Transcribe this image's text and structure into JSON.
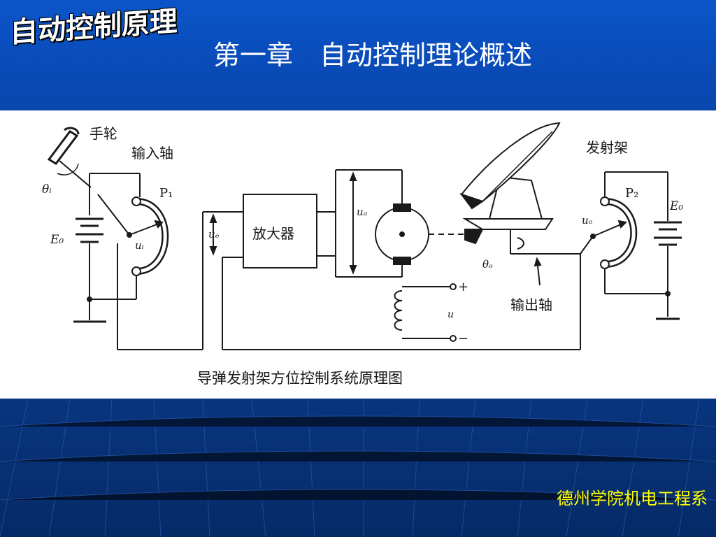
{
  "header": {
    "logo_text": "自动控制原理",
    "title": "第一章　自动控制理论概述"
  },
  "diagram": {
    "labels": {
      "handwheel": "手轮",
      "input_shaft": "输入轴",
      "theta_i": "θᵢ",
      "p1": "P₁",
      "e0": "E₀",
      "u_i": "uᵢ",
      "u_e": "uₑ",
      "amplifier": "放大器",
      "u_a": "uₐ",
      "theta_o": "θₒ",
      "launcher": "发射架",
      "p2": "P₂",
      "u_o": "uₒ",
      "e_0": "E₀",
      "plus": "+",
      "minus": "−",
      "u": "u",
      "output_shaft": "输出轴"
    },
    "caption": "导弹发射架方位控制系统原理图"
  },
  "footer": {
    "department": "德州学院机电工程系"
  },
  "colors": {
    "header_blue": "#0b55c9",
    "footer_blue": "#062a66",
    "footer_text": "#ffff00",
    "line": "#1a1a1a"
  }
}
